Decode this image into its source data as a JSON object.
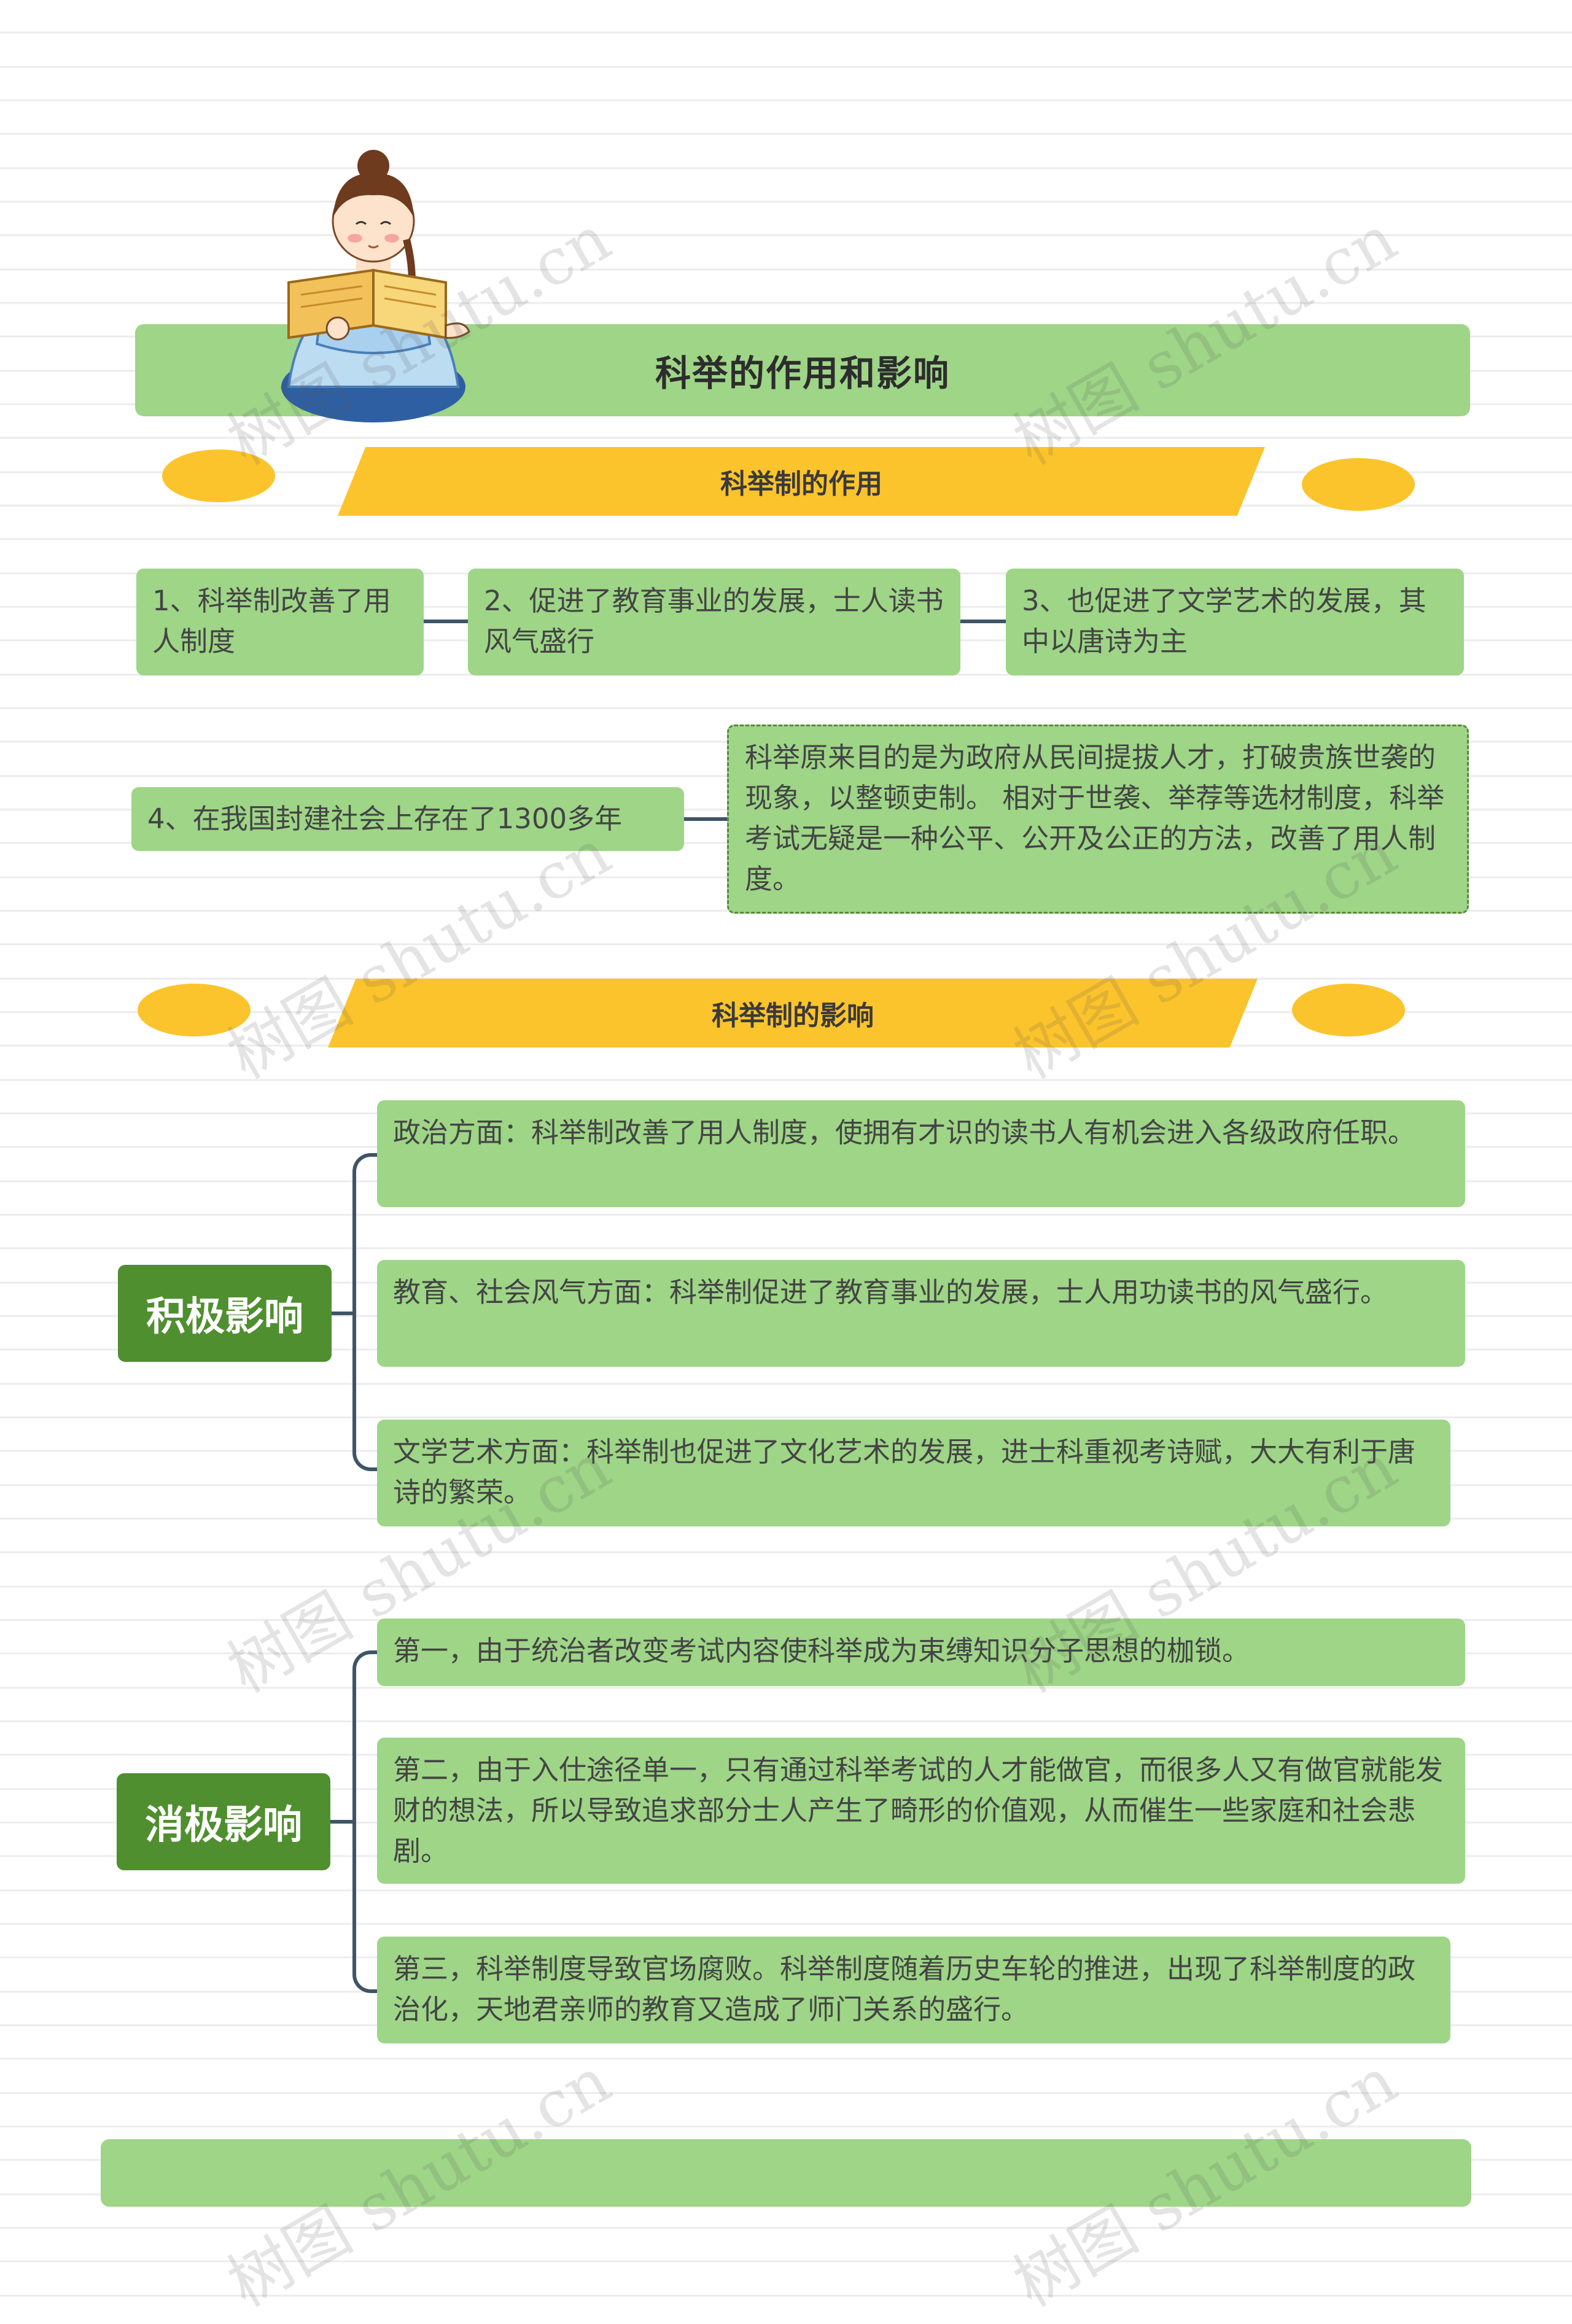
{
  "title": "科举的作用和影响",
  "sections": {
    "role": {
      "heading": "科举制的作用"
    },
    "impact": {
      "heading": "科举制的影响"
    }
  },
  "roles": [
    "1、科举制改善了用人制度",
    "2、促进了教育事业的发展，士人读书风气盛行",
    "3、也促进了文学艺术的发展，其中以唐诗为主",
    "4、在我国封建社会上存在了1300多年"
  ],
  "note": "科举原来目的是为政府从民间提拔人才，打破贵族世袭的现象，以整顿吏制。 相对于世袭、举荐等选材制度，科举考试无疑是一种公平、公开及公正的方法，改善了用人制度。",
  "positive": {
    "label": "积极影响",
    "items": [
      "政治方面：科举制改善了用人制度，使拥有才识的读书人有机会进入各级政府任职。",
      "教育、社会风气方面：科举制促进了教育事业的发展，士人用功读书的风气盛行。",
      "文学艺术方面：科举制也促进了文化艺术的发展，进士科重视考诗赋，大大有利于唐诗的繁荣。"
    ]
  },
  "negative": {
    "label": "消极影响",
    "items": [
      "第一，由于统治者改变考试内容使科举成为束缚知识分子思想的枷锁。",
      "第二，由于入仕途径单一，只有通过科举考试的人才能做官，而很多人又有做官就能发财的想法，所以导致追求部分士人产生了畸形的价值观，从而催生一些家庭和社会悲剧。",
      "第三，科举制度导致官场腐败。科举制度随着历史车轮的推进，出现了科举制度的政治化，天地君亲师的教育又造成了师门关系的盛行。"
    ]
  },
  "watermark": "树图 shutu.cn",
  "colors": {
    "green": "#9ed587",
    "dark_green": "#4f8f2f",
    "yellow": "#fcc42c",
    "line": "#3e5566"
  }
}
